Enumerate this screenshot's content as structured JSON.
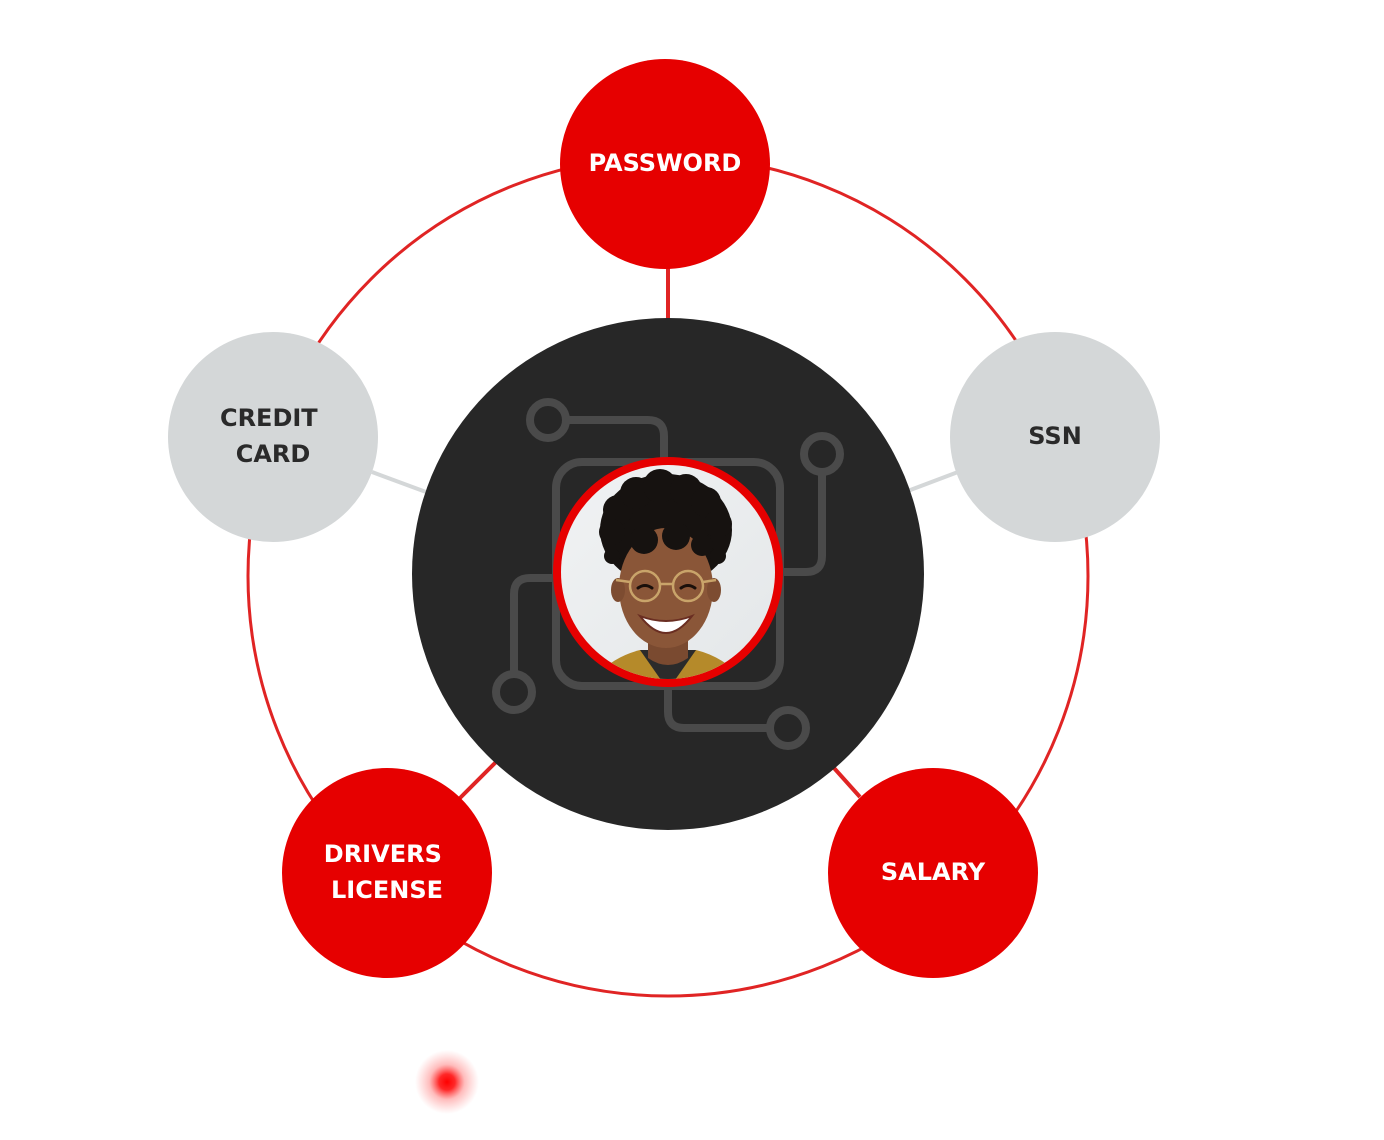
{
  "colors": {
    "accent": "#e60000",
    "ring": "#e02424",
    "neutral_node": "#d4d7d8",
    "neutral_connector": "#d4d7d8",
    "hub": "#272727",
    "circuit": "#4a4a4a",
    "label_light": "#ffffff",
    "label_dark": "#2a2a2a"
  },
  "nodes": {
    "password": {
      "lines": [
        "PASSWORD"
      ],
      "variant": "red"
    },
    "ssn": {
      "lines": [
        "SSN"
      ],
      "variant": "gray"
    },
    "salary": {
      "lines": [
        "SALARY"
      ],
      "variant": "red"
    },
    "drivers_license": {
      "lines": [
        "DRIVERS",
        "LICENSE"
      ],
      "variant": "red"
    },
    "credit_card": {
      "lines": [
        "CREDIT",
        "CARD"
      ],
      "variant": "gray"
    }
  },
  "center": {
    "icon": "person-avatar-icon"
  },
  "decor": {
    "icon": "red-glow-dot-icon"
  }
}
